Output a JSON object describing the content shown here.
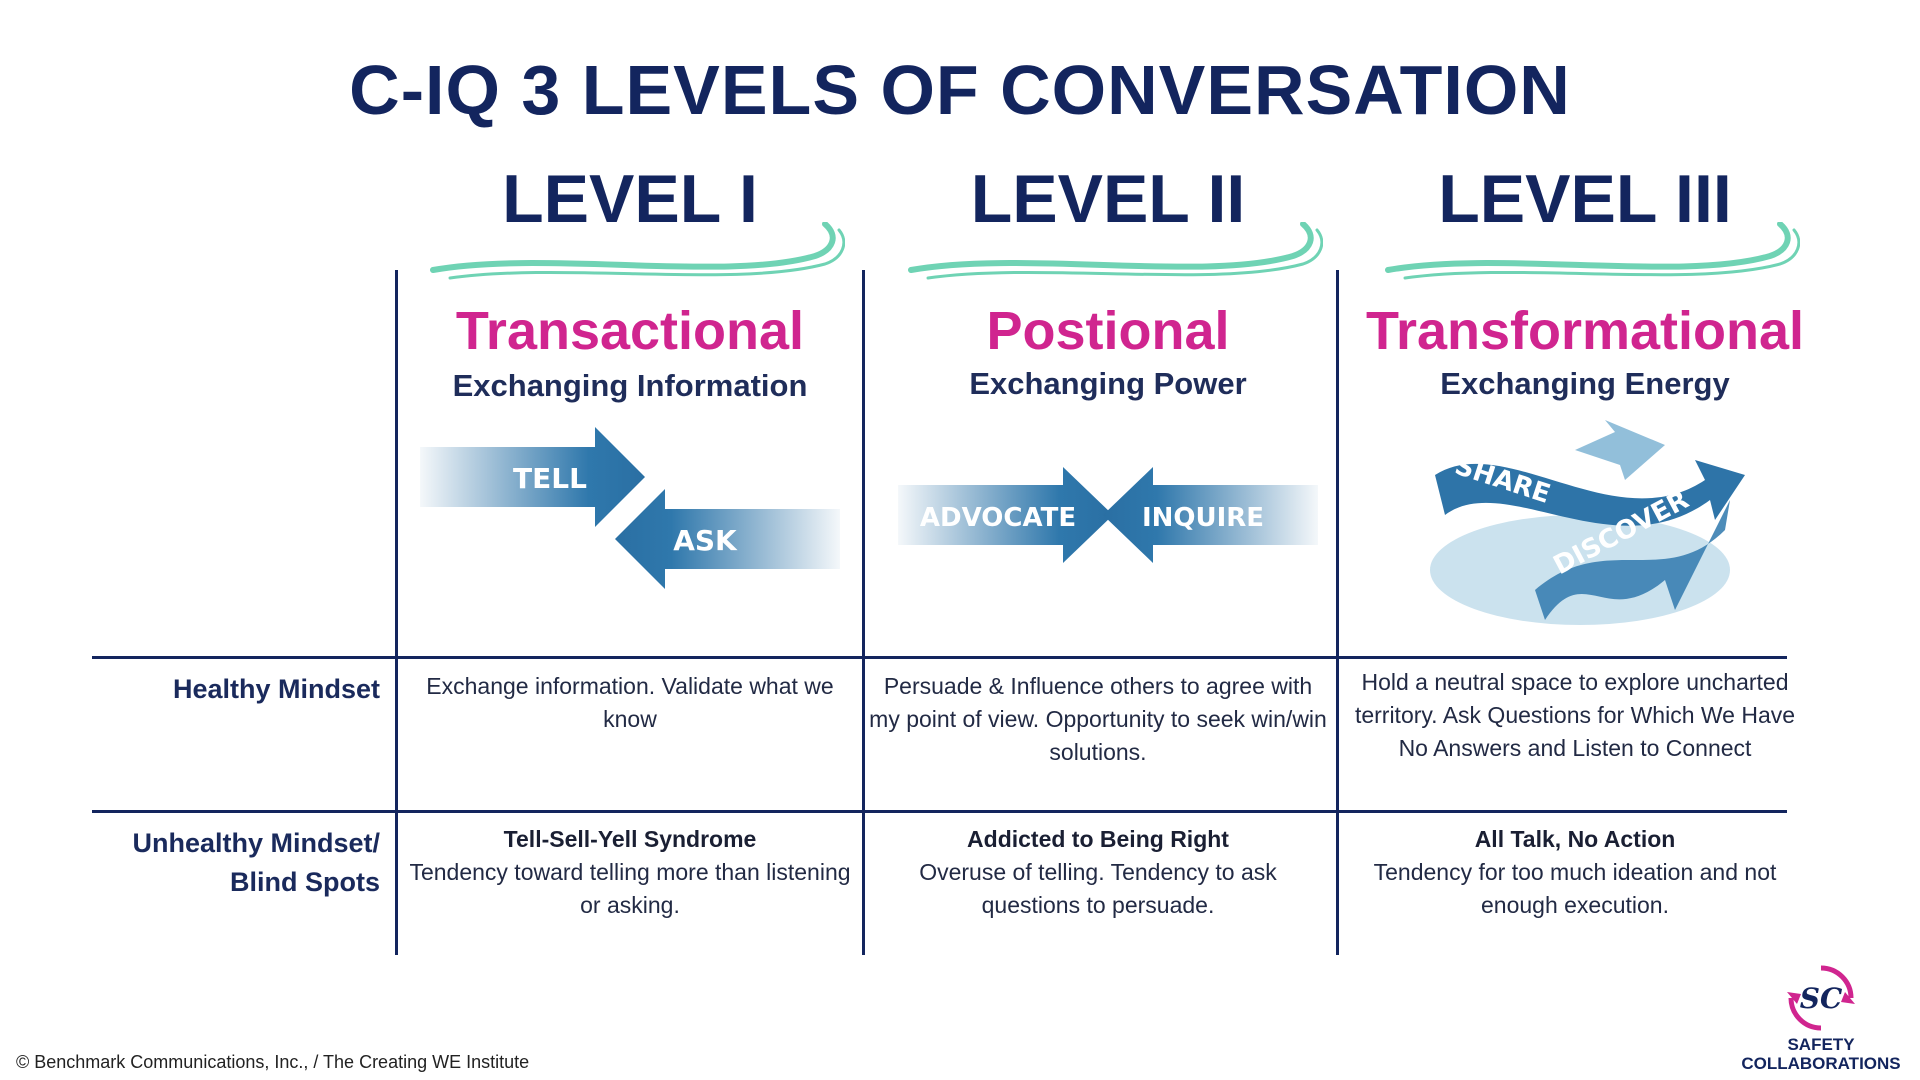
{
  "title": "C-IQ 3 LEVELS OF CONVERSATION",
  "levels": [
    {
      "level": "LEVEL I",
      "type": "Transactional",
      "subtitle": "Exchanging Information",
      "graphic": {
        "words": [
          "TELL",
          "ASK"
        ]
      },
      "healthy": "Exchange information. Validate what we know",
      "unhealthy_title": "Tell-Sell-Yell Syndrome",
      "unhealthy": "Tendency toward telling more than listening or asking."
    },
    {
      "level": "LEVEL II",
      "type": "Postional",
      "subtitle": "Exchanging Power",
      "graphic": {
        "words": [
          "ADVOCATE",
          "INQUIRE"
        ]
      },
      "healthy": "Persuade & Influence others to agree with my point of view. Opportunity to seek win/win solutions.",
      "unhealthy_title": "Addicted to Being Right",
      "unhealthy": "Overuse of telling. Tendency to ask questions to persuade."
    },
    {
      "level": "LEVEL III",
      "type": "Transformational",
      "subtitle": "Exchanging  Energy",
      "graphic": {
        "words": [
          "SHARE",
          "DISCOVER"
        ]
      },
      "healthy": "Hold a neutral space to explore uncharted territory. Ask Questions for Which We Have No Answers and Listen to Connect",
      "unhealthy_title": "All Talk, No Action",
      "unhealthy": "Tendency for too much ideation and not enough execution."
    }
  ],
  "row_labels": {
    "healthy": "Healthy Mindset",
    "unhealthy_1": "Unhealthy Mindset/",
    "unhealthy_2": "Blind Spots"
  },
  "footer": "© Benchmark Communications, Inc., / The Creating WE Institute",
  "logo": {
    "initials": "SC",
    "line1": "SAFETY",
    "line2": "COLLABORATIONS"
  },
  "colors": {
    "navy": "#13255e",
    "magenta": "#d0258f",
    "teal": "#6fd3b4",
    "arrow_blue": "#2a6fa3"
  }
}
